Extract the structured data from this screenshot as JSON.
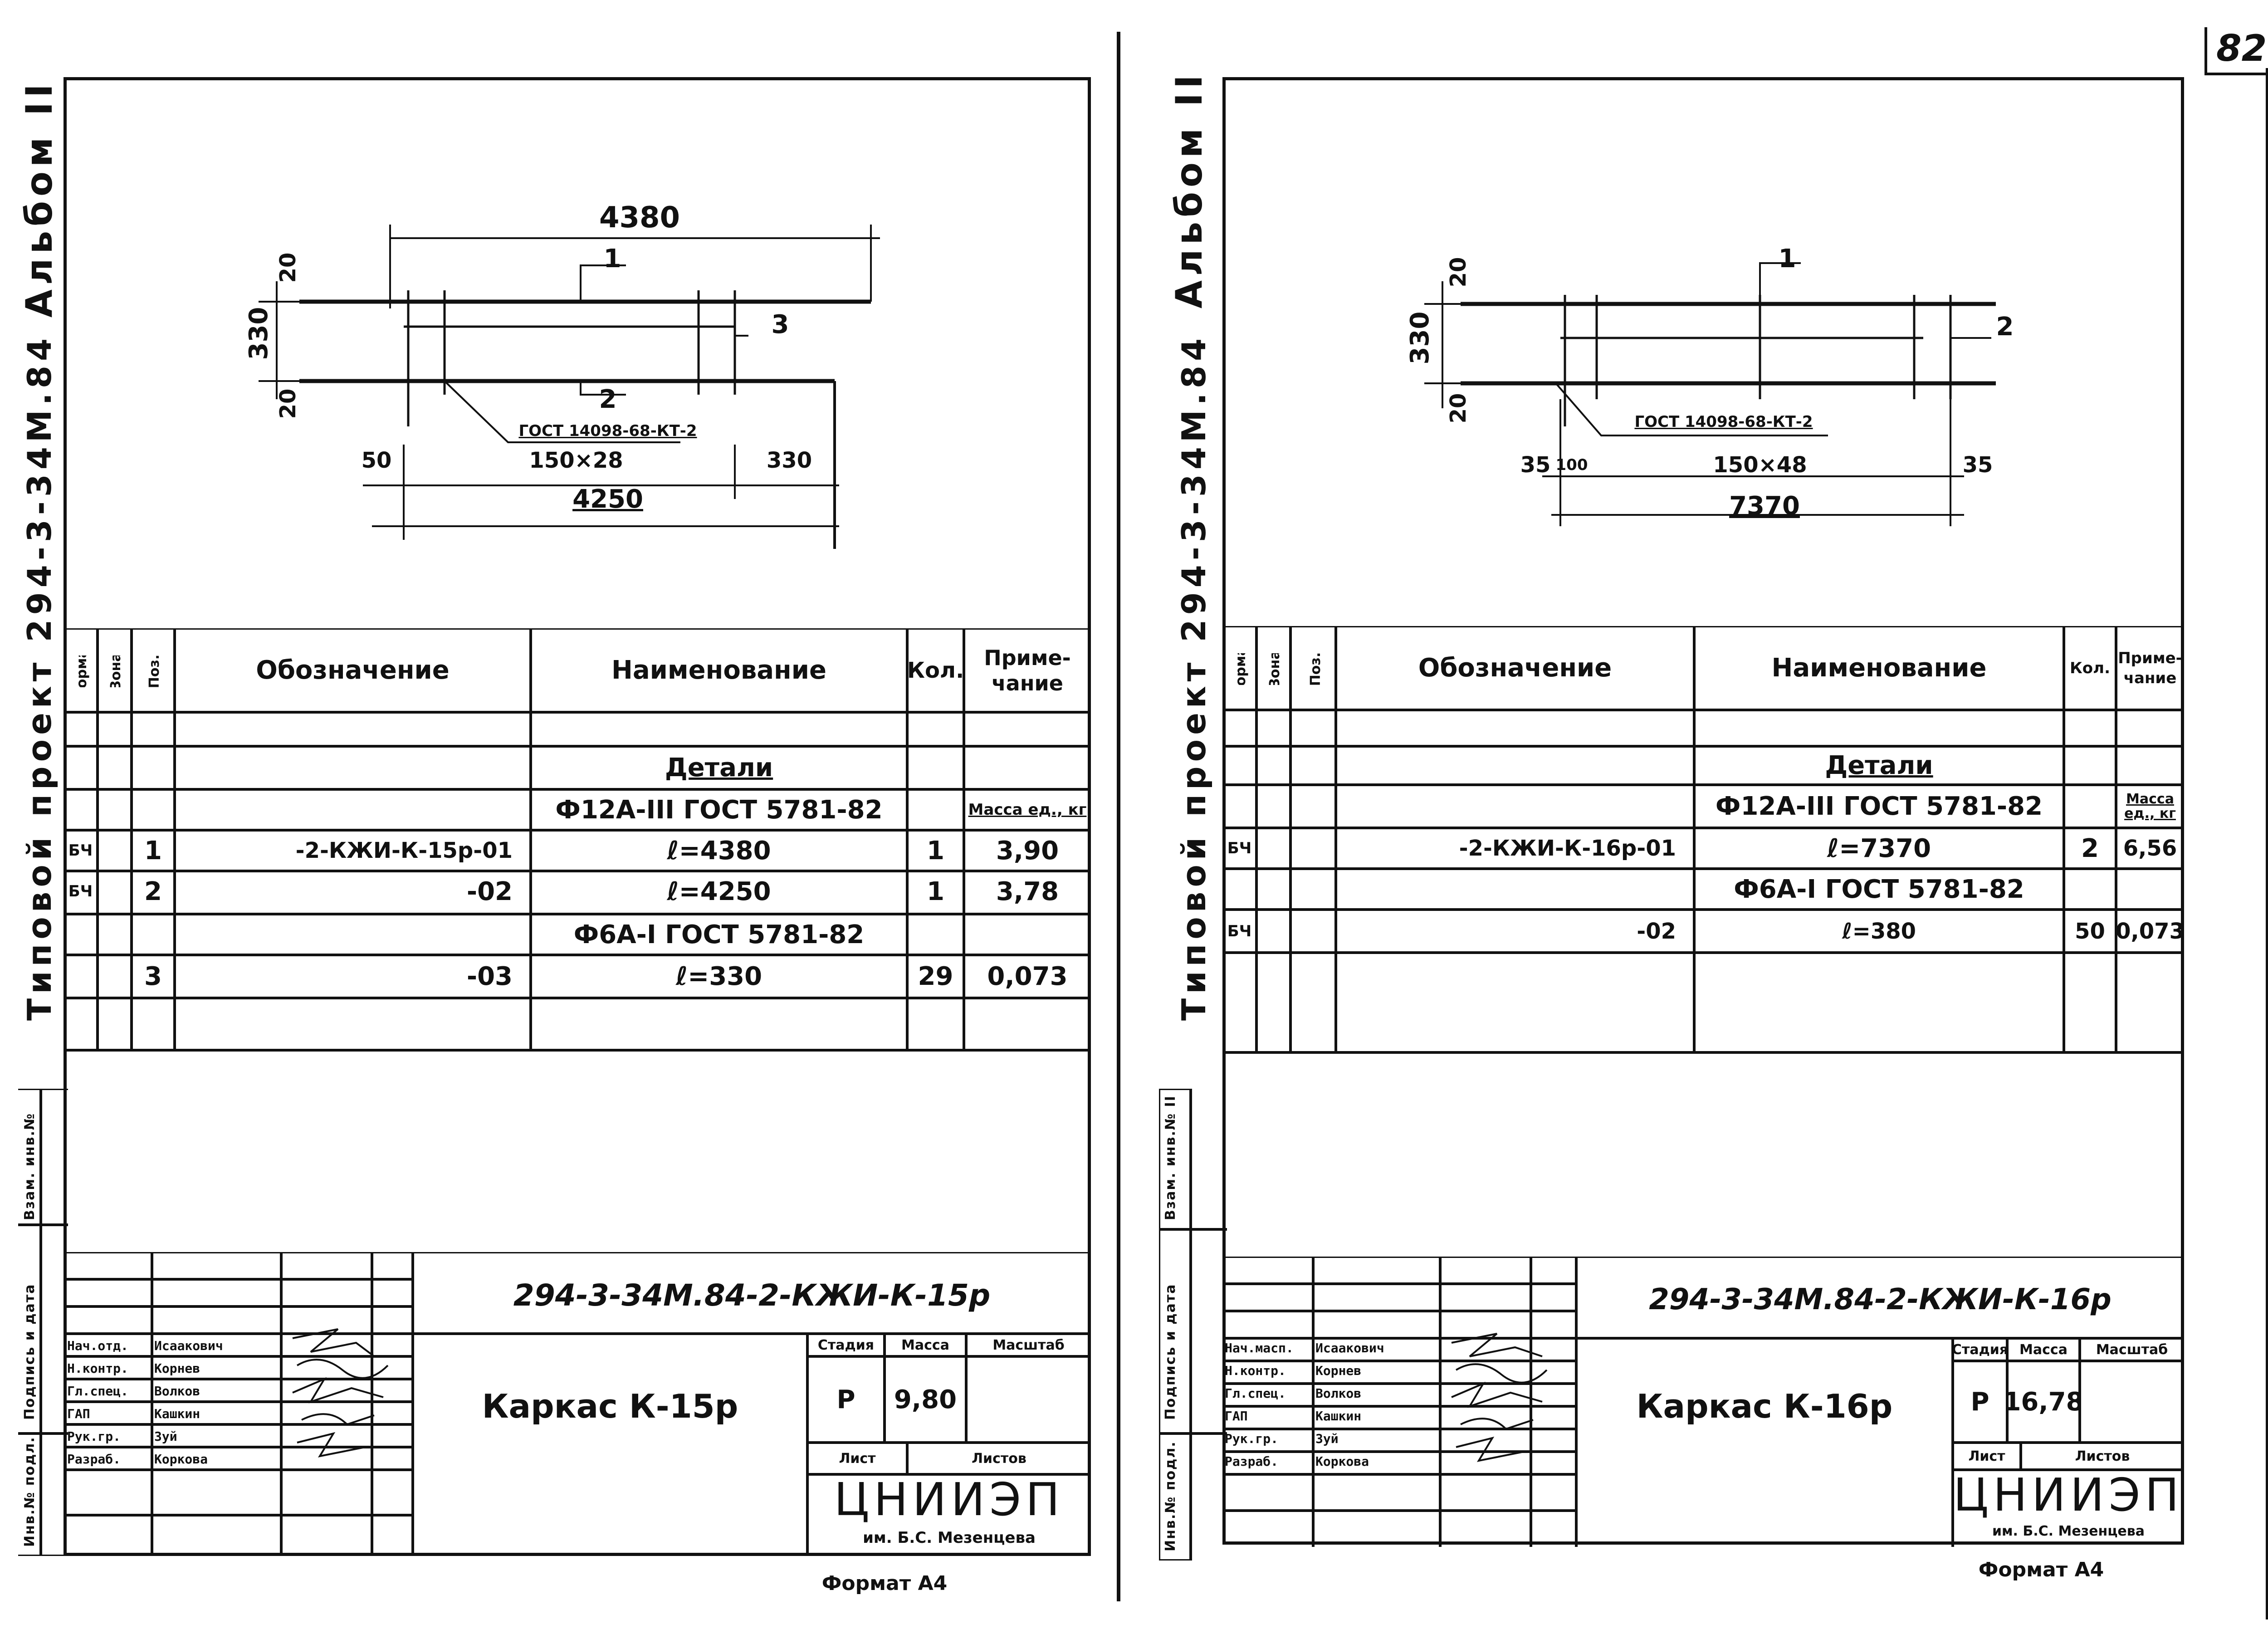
{
  "page_number": "82",
  "sheets": [
    {
      "id": "left",
      "album": "Альбом II",
      "project": "Типовой проект 294-3-34М.84",
      "drawing": {
        "dims": {
          "top_overall": "4380",
          "bottom_overall": "4250",
          "height": "330",
          "top_cover": "20",
          "bottom_cover": "20",
          "left_offset": "50",
          "right_offset": "330",
          "pitch": "150×28",
          "standard": "ГОСТ 14098-68-КТ-2"
        },
        "positions": [
          "1",
          "2",
          "3"
        ]
      },
      "table": {
        "headers": {
          "format": "Формат",
          "zone": "Зона",
          "pos": "Поз.",
          "designation": "Обозначение",
          "name": "Наименование",
          "qty": "Кол.",
          "note": "Приме-чание"
        },
        "rows": [
          {
            "format": "",
            "zone": "",
            "pos": "",
            "designation": "",
            "name": "",
            "qty": "",
            "note": ""
          },
          {
            "format": "",
            "zone": "",
            "pos": "",
            "designation": "",
            "name": "Детали",
            "qty": "",
            "note": "",
            "style": "section"
          },
          {
            "format": "",
            "zone": "",
            "pos": "",
            "designation": "",
            "name": "Ф12А-III ГОСТ 5781-82",
            "qty": "",
            "note": "Масса ед., кг"
          },
          {
            "format": "БЧ",
            "zone": "",
            "pos": "1",
            "designation": "-2-КЖИ-К-15р-01",
            "name": "ℓ=4380",
            "qty": "1",
            "note": "3,90"
          },
          {
            "format": "БЧ",
            "zone": "",
            "pos": "2",
            "designation": "-02",
            "name": "ℓ=4250",
            "qty": "1",
            "note": "3,78"
          },
          {
            "format": "",
            "zone": "",
            "pos": "",
            "designation": "",
            "name": "Ф6А-I ГОСТ 5781-82",
            "qty": "",
            "note": ""
          },
          {
            "format": "",
            "zone": "",
            "pos": "3",
            "designation": "-03",
            "name": "ℓ=330",
            "qty": "29",
            "note": "0,073"
          },
          {
            "format": "",
            "zone": "",
            "pos": "",
            "designation": "",
            "name": "",
            "qty": "",
            "note": ""
          }
        ]
      },
      "stamp": {
        "code": "294-3-34М.84-2-КЖИ-К-15р",
        "title": "Каркас К-15р",
        "stage_label": "Стадия",
        "mass_label": "Масса",
        "scale_label": "Масштаб",
        "stage": "Р",
        "mass": "9,80",
        "scale": "",
        "sheet_label": "Лист",
        "sheets_label": "Листов",
        "org": "ЦНИИЭП",
        "org_sub": "им. Б.С. Мезенцева",
        "people": [
          {
            "role": "Нач.отд.",
            "name": "Исаакович"
          },
          {
            "role": "Н.контр.",
            "name": "Корнев"
          },
          {
            "role": "Гл.спец.",
            "name": "Волков"
          },
          {
            "role": "ГАП",
            "name": "Кашкин"
          },
          {
            "role": "Рук.гр.",
            "name": "Зуй"
          },
          {
            "role": "Разраб.",
            "name": "Коркова"
          }
        ],
        "side_labels": [
          "Инв.№ подл.",
          "Подпись и дата",
          "Взам. инв.№"
        ]
      },
      "format_label": "Формат А4"
    },
    {
      "id": "right",
      "album": "Альбом II",
      "project": "Типовой проект 294-3-34М.84",
      "drawing": {
        "dims": {
          "overall": "7370",
          "height": "330",
          "top_cover": "20",
          "bottom_cover": "20",
          "left_offset": "35",
          "right_offset": "35",
          "first_spacing": "100",
          "pitch": "150×48",
          "standard": "ГОСТ 14098-68-КТ-2"
        },
        "positions": [
          "1",
          "2"
        ]
      },
      "table": {
        "headers": {
          "format": "Формат",
          "zone": "Зона",
          "pos": "Поз.",
          "designation": "Обозначение",
          "name": "Наименование",
          "qty": "Кол.",
          "note": "Приме-чание"
        },
        "rows": [
          {
            "format": "",
            "zone": "",
            "pos": "",
            "designation": "",
            "name": "",
            "qty": "",
            "note": ""
          },
          {
            "format": "",
            "zone": "",
            "pos": "",
            "designation": "",
            "name": "Детали",
            "qty": "",
            "note": "",
            "style": "section"
          },
          {
            "format": "",
            "zone": "",
            "pos": "",
            "designation": "",
            "name": "Ф12А-III ГОСТ 5781-82",
            "qty": "",
            "note": "Масса ед., кг"
          },
          {
            "format": "БЧ",
            "zone": "",
            "pos": "",
            "designation": "-2-КЖИ-К-16р-01",
            "name": "ℓ=7370",
            "qty": "2",
            "note": "6,56"
          },
          {
            "format": "",
            "zone": "",
            "pos": "",
            "designation": "",
            "name": "Ф6А-I ГОСТ 5781-82",
            "qty": "",
            "note": ""
          },
          {
            "format": "БЧ",
            "zone": "",
            "pos": "",
            "designation": "-02",
            "name": "ℓ=380",
            "qty": "50",
            "note": "0,073"
          },
          {
            "format": "",
            "zone": "",
            "pos": "",
            "designation": "",
            "name": "",
            "qty": "",
            "note": ""
          }
        ]
      },
      "stamp": {
        "code": "294-3-34М.84-2-КЖИ-К-16р",
        "title": "Каркас К-16р",
        "stage_label": "Стадия",
        "mass_label": "Масса",
        "scale_label": "Масштаб",
        "stage": "Р",
        "mass": "16,78",
        "scale": "",
        "sheet_label": "Лист",
        "sheets_label": "Листов",
        "org": "ЦНИИЭП",
        "org_sub": "им. Б.С. Мезенцева",
        "people": [
          {
            "role": "Нач.масп.",
            "name": "Исаакович"
          },
          {
            "role": "Н.контр.",
            "name": "Корнев"
          },
          {
            "role": "Гл.спец.",
            "name": "Волков"
          },
          {
            "role": "ГАП",
            "name": "Кашкин"
          },
          {
            "role": "Рук.гр.",
            "name": "Зуй"
          },
          {
            "role": "Разраб.",
            "name": "Коркова"
          }
        ],
        "side_labels": [
          "Инв.№ подл.",
          "Подпись и дата",
          "Взам. инв.№ II"
        ]
      },
      "format_label": "Формат А4"
    }
  ]
}
